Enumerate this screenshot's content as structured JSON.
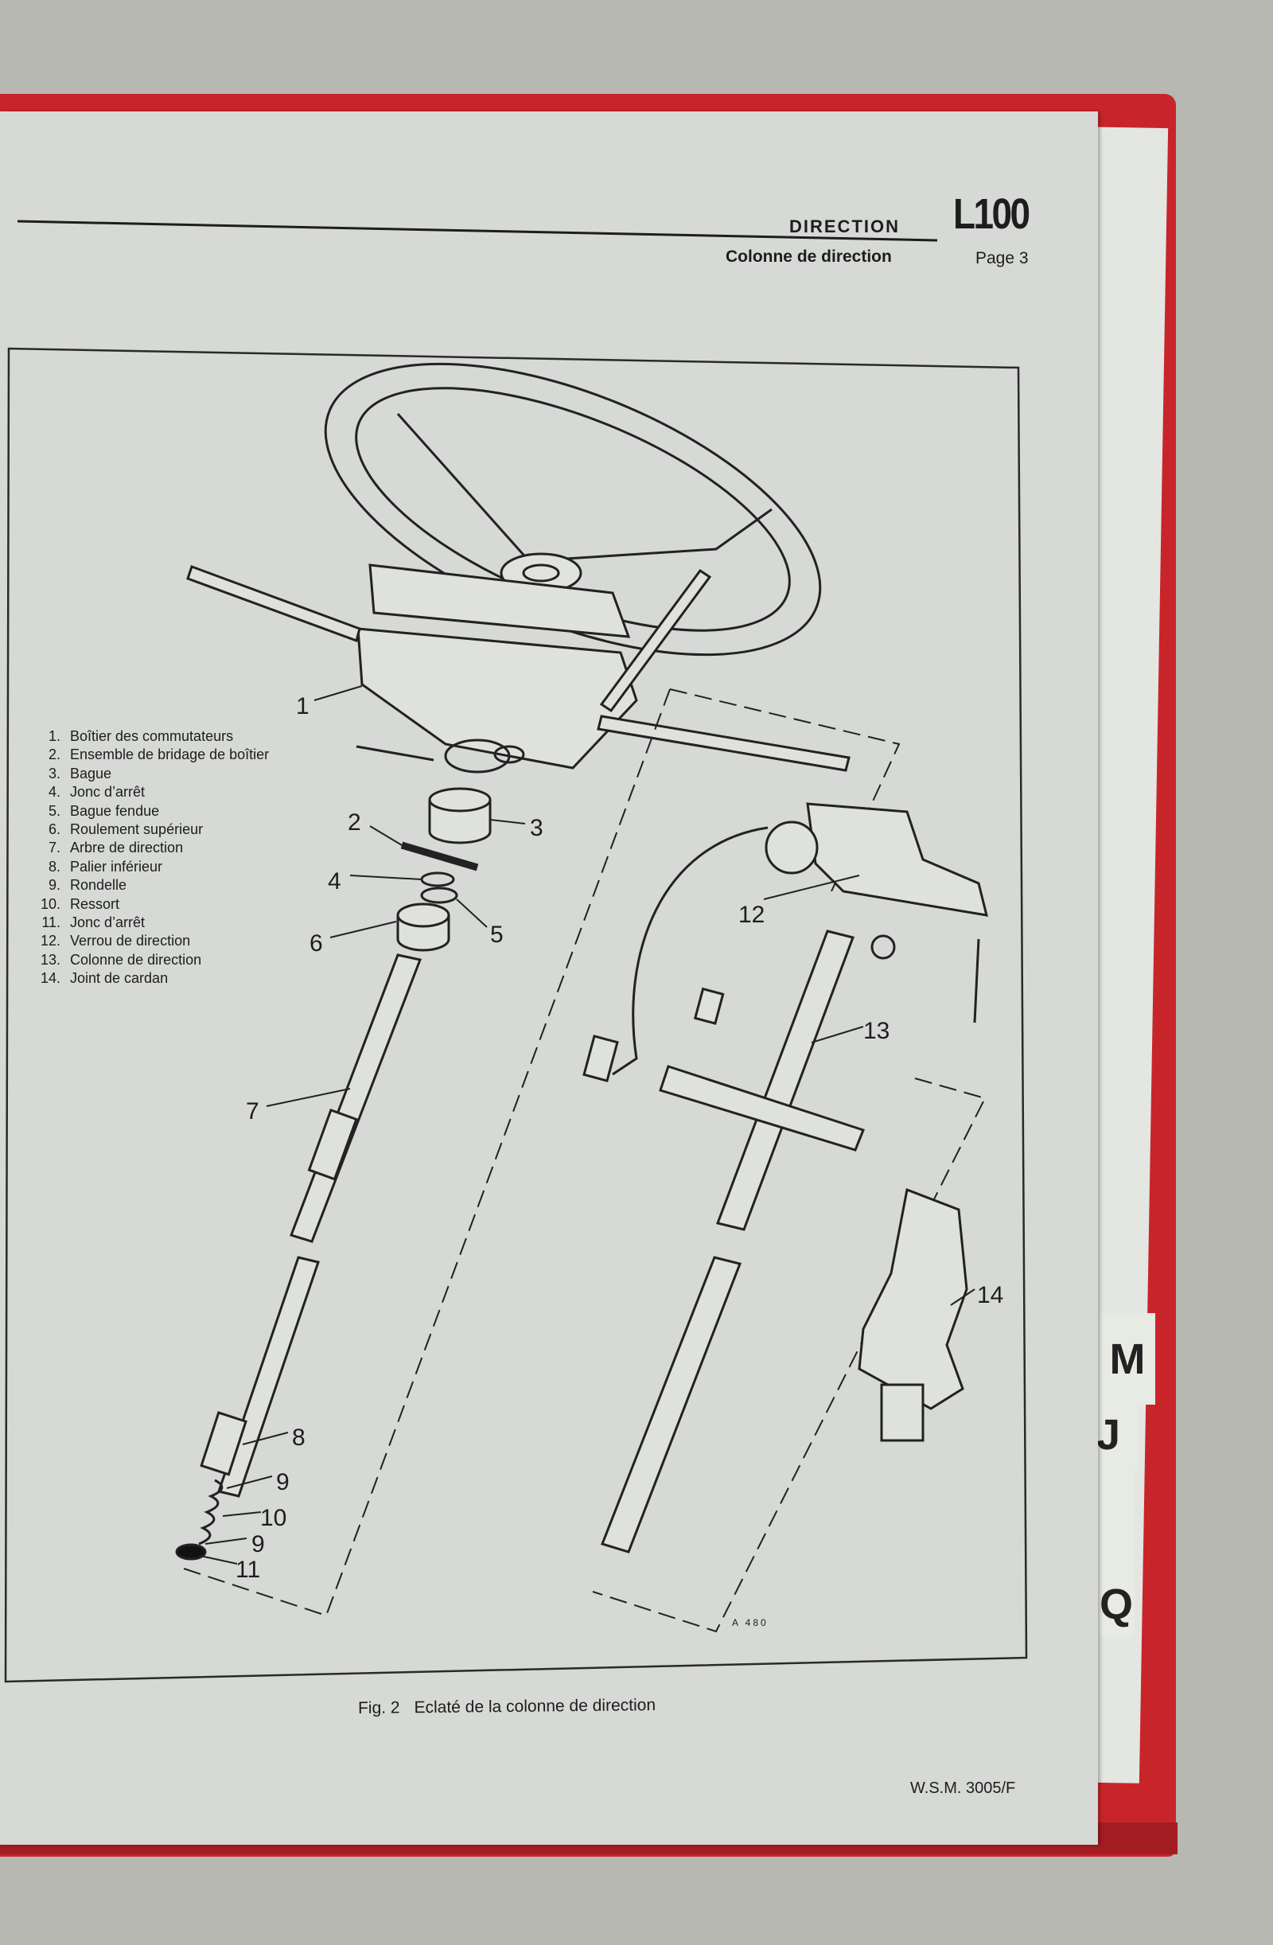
{
  "header": {
    "section": "DIRECTION",
    "model": "L100",
    "subsection": "Colonne de direction",
    "page": "Page 3"
  },
  "legend": [
    {
      "num": "1.",
      "label": "Boîtier des commutateurs"
    },
    {
      "num": "2.",
      "label": "Ensemble de bridage de boîtier"
    },
    {
      "num": "3.",
      "label": "Bague"
    },
    {
      "num": "4.",
      "label": "Jonc d’arrêt"
    },
    {
      "num": "5.",
      "label": "Bague fendue"
    },
    {
      "num": "6.",
      "label": "Roulement supérieur"
    },
    {
      "num": "7.",
      "label": "Arbre de direction"
    },
    {
      "num": "8.",
      "label": "Palier inférieur"
    },
    {
      "num": "9.",
      "label": "Rondelle"
    },
    {
      "num": "10.",
      "label": "Ressort"
    },
    {
      "num": "11.",
      "label": "Jonc d’arrêt"
    },
    {
      "num": "12.",
      "label": "Verrou de direction"
    },
    {
      "num": "13.",
      "label": "Colonne de direction"
    },
    {
      "num": "14.",
      "label": "Joint de cardan"
    }
  ],
  "callouts": [
    "1",
    "2",
    "3",
    "4",
    "5",
    "6",
    "7",
    "8",
    "9",
    "10",
    "9",
    "11",
    "12",
    "13",
    "14"
  ],
  "diagram_ref": "A 480",
  "caption": {
    "fig": "Fig. 2",
    "text": "Eclaté de la colonne de direction"
  },
  "footer": "W.S.M. 3005/F",
  "tabs": [
    "M",
    "J",
    "Q"
  ],
  "colors": {
    "binder": "#c8252b",
    "paper": "#d6d9d5",
    "ink": "#1d1d1d"
  }
}
